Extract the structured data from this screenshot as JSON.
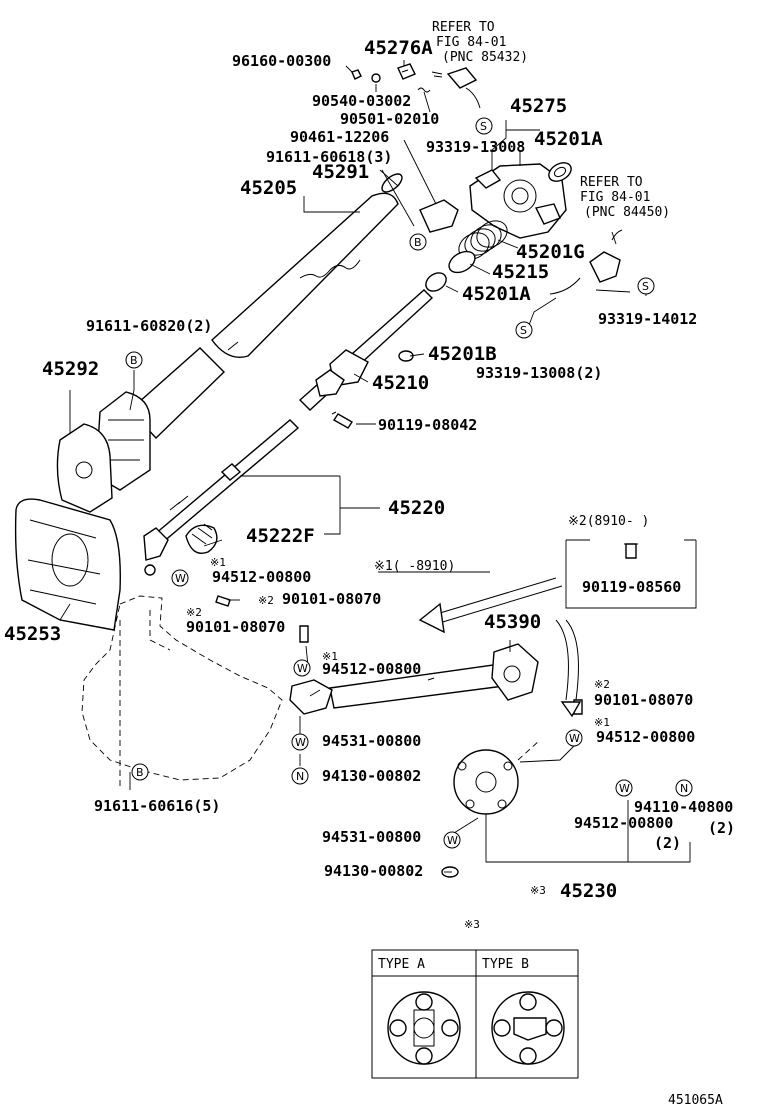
{
  "diagram_id": "451065A",
  "refer_top": {
    "line1": "REFER TO",
    "line2": "FIG 84-01",
    "line3": "(PNC 85432)"
  },
  "refer_mid": {
    "line1": "REFER TO",
    "line2": "FIG 84-01",
    "line3": "(PNC 84450)"
  },
  "labels": {
    "p96160": "96160-00300",
    "p45276A": "45276A",
    "p90540": "90540-03002",
    "p90501": "90501-02010",
    "p45275": "45275",
    "p90461": "90461-12206",
    "p93319a": "93319-13008",
    "p45201A_top": "45201A",
    "p91611_3": "91611-60618(3)",
    "p45291": "45291",
    "p45205": "45205",
    "p45201G": "45201G",
    "p45215": "45215",
    "p45201A_mid": "45201A",
    "p93319_14012": "93319-14012",
    "p91611_2": "91611-60820(2)",
    "p45201B": "45201B",
    "p93319_2": "93319-13008(2)",
    "p45292": "45292",
    "p45210": "45210",
    "p90119_08042": "90119-08042",
    "p45220": "45220",
    "p45222F": "45222F",
    "note2_range": "※2(8910-       )",
    "note1_range": "※1(       -8910)",
    "p90119_08560": "90119-08560",
    "p94512_a": "94512-00800",
    "p90101_a": "90101-08070",
    "p45253": "45253",
    "p90101_b": "90101-08070",
    "p45390": "45390",
    "p94512_b": "94512-00800",
    "p90101_c": "90101-08070",
    "p94512_c": "94512-00800",
    "p94531_a": "94531-00800",
    "p94130_a": "94130-00802",
    "p91611_5": "91611-60616(5)",
    "p94110": "94110-40800",
    "p94110_qty": "(2)",
    "p94512_d": "94512-00800",
    "p94512_d_qty": "(2)",
    "p94531_b": "94531-00800",
    "p94130_b": "94130-00802",
    "p45230": "45230",
    "mark1": "※1",
    "mark2": "※2",
    "mark3": "※3"
  },
  "symbols": {
    "bolt": "B",
    "washer": "W",
    "nut": "N",
    "screw": "S"
  },
  "table": {
    "type_a": "TYPE A",
    "type_b": "TYPE B"
  }
}
